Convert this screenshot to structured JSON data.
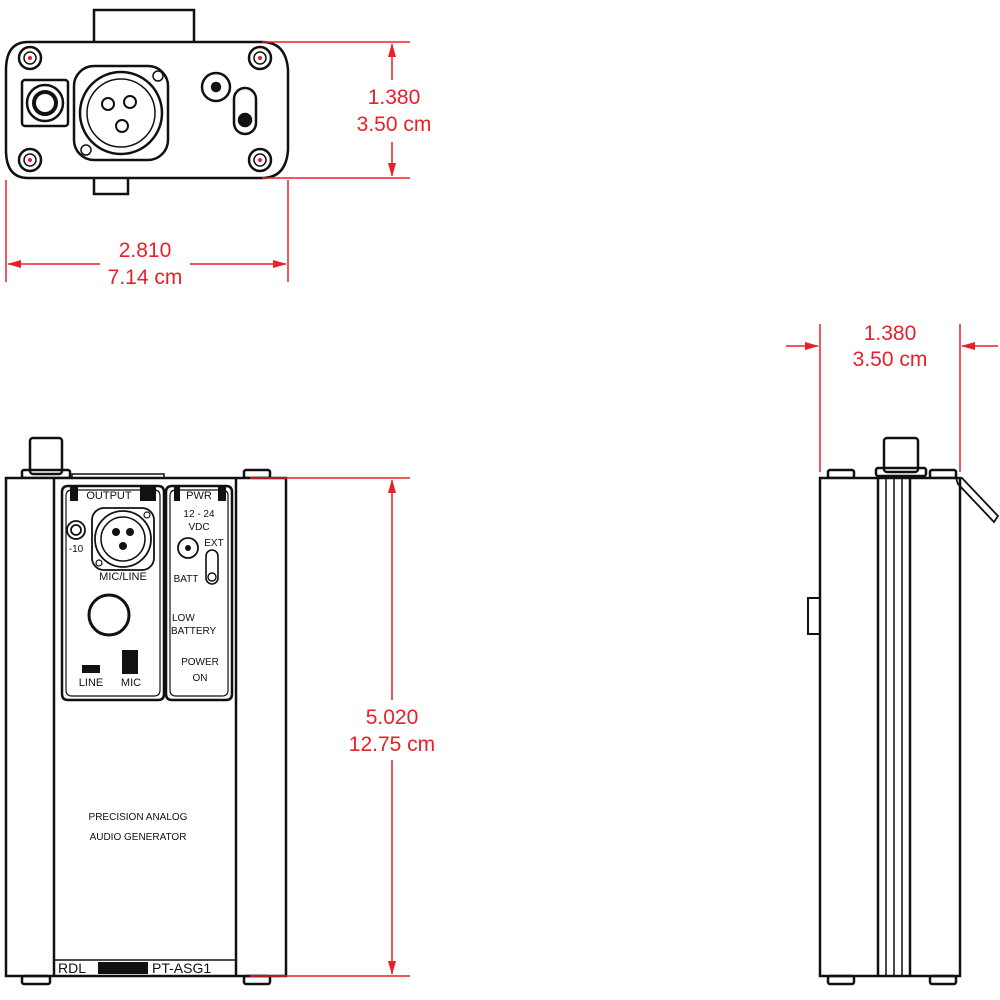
{
  "colors": {
    "dimension": "#e8202a",
    "outline": "#111111",
    "background": "#ffffff"
  },
  "dimensions": {
    "top_height": {
      "inch": "1.380",
      "cm": "3.50 cm"
    },
    "top_width": {
      "inch": "2.810",
      "cm": "7.14 cm"
    },
    "side_depth": {
      "inch": "1.380",
      "cm": "3.50 cm"
    },
    "front_height": {
      "inch": "5.020",
      "cm": "12.75 cm"
    }
  },
  "front_panel": {
    "output_label": "OUTPUT",
    "pwr_label": "PWR",
    "voltage_line1": "12 - 24",
    "voltage_line2": "VDC",
    "ext_label": "EXT",
    "batt_label": "BATT",
    "minus10_label": "-10",
    "mic_line_label": "MIC/LINE",
    "low_label": "LOW",
    "battery_label": "BATTERY",
    "power_label": "POWER",
    "on_label": "ON",
    "line_label": "LINE",
    "mic_label": "MIC",
    "title_line1": "PRECISION ANALOG",
    "title_line2": "AUDIO GENERATOR",
    "brand": "RDL",
    "model": "PT-ASG1"
  }
}
